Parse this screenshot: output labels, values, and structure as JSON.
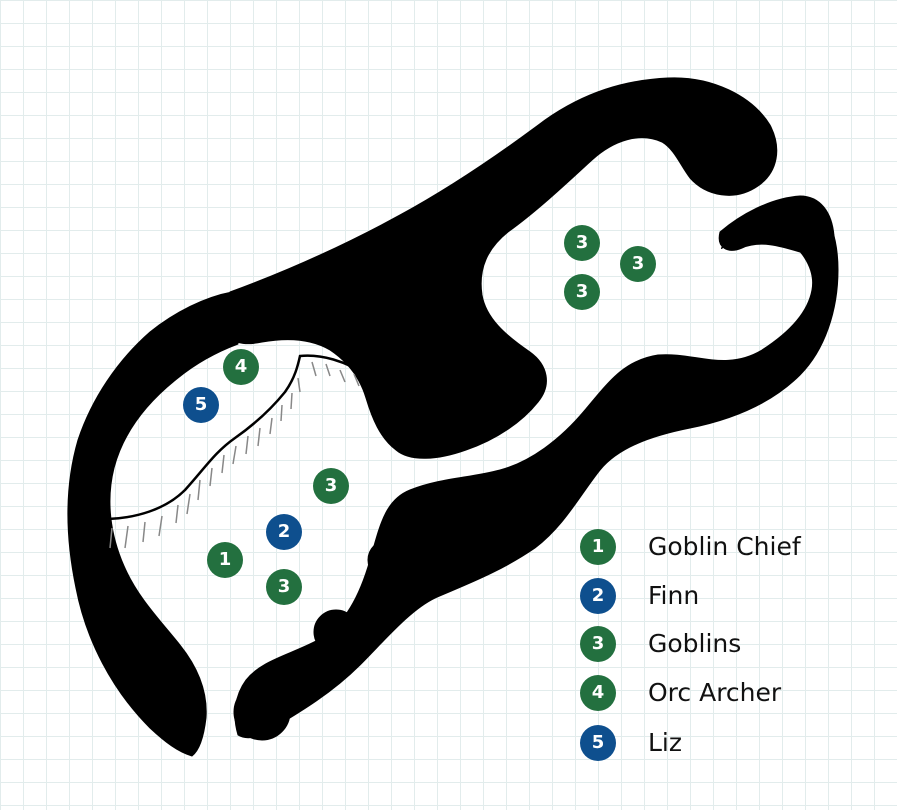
{
  "colors": {
    "wall": "#000000",
    "grid": "#e2ecec",
    "enemy": "#23703f",
    "player": "#0e4f8e",
    "ledge": "#888888"
  },
  "legend": [
    {
      "number": "1",
      "label": "Goblin Chief",
      "side": "enemy"
    },
    {
      "number": "2",
      "label": "Finn",
      "side": "player"
    },
    {
      "number": "3",
      "label": "Goblins",
      "side": "enemy"
    },
    {
      "number": "4",
      "label": "Orc Archer",
      "side": "enemy"
    },
    {
      "number": "5",
      "label": "Liz",
      "side": "player"
    }
  ],
  "markers": [
    {
      "number": "3",
      "label": "Goblins",
      "side": "enemy"
    },
    {
      "number": "3",
      "label": "Goblins",
      "side": "enemy"
    },
    {
      "number": "3",
      "label": "Goblins",
      "side": "enemy"
    },
    {
      "number": "4",
      "label": "Orc Archer",
      "side": "enemy"
    },
    {
      "number": "5",
      "label": "Liz",
      "side": "player"
    },
    {
      "number": "3",
      "label": "Goblins",
      "side": "enemy"
    },
    {
      "number": "2",
      "label": "Finn",
      "side": "player"
    },
    {
      "number": "1",
      "label": "Goblin Chief",
      "side": "enemy"
    },
    {
      "number": "3",
      "label": "Goblins",
      "side": "enemy"
    }
  ]
}
